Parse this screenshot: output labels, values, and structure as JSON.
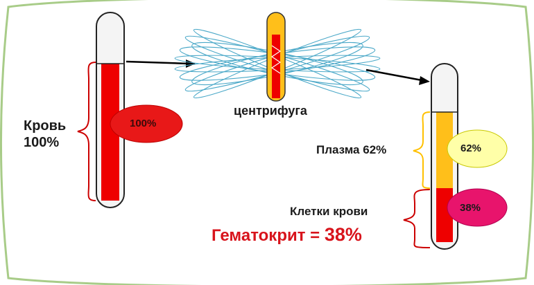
{
  "labels": {
    "blood_word": "Кровь",
    "blood_percent": "100%",
    "centrifuge": "центрифуга",
    "plasma": "Плазма 62%",
    "cells": "Клетки крови",
    "hematocrit_text": "Гематокрит =",
    "hematocrit_value": "38%"
  },
  "bubbles": {
    "whole_blood": "100%",
    "plasma": "62%",
    "cells": "38%"
  },
  "colors": {
    "frame_border": "#a8cc88",
    "blood_red": "#ee0000",
    "plasma_yellow": "#ffbf1a",
    "centrifuge_lines": "#4aa8c8",
    "bubble_red": "#e81818",
    "bubble_plasma": "#ffffa8",
    "bubble_cells": "#e8146c",
    "brace_red": "#cc0000",
    "brace_yellow": "#ffc000",
    "hematocrit_text": "#d8141c"
  }
}
